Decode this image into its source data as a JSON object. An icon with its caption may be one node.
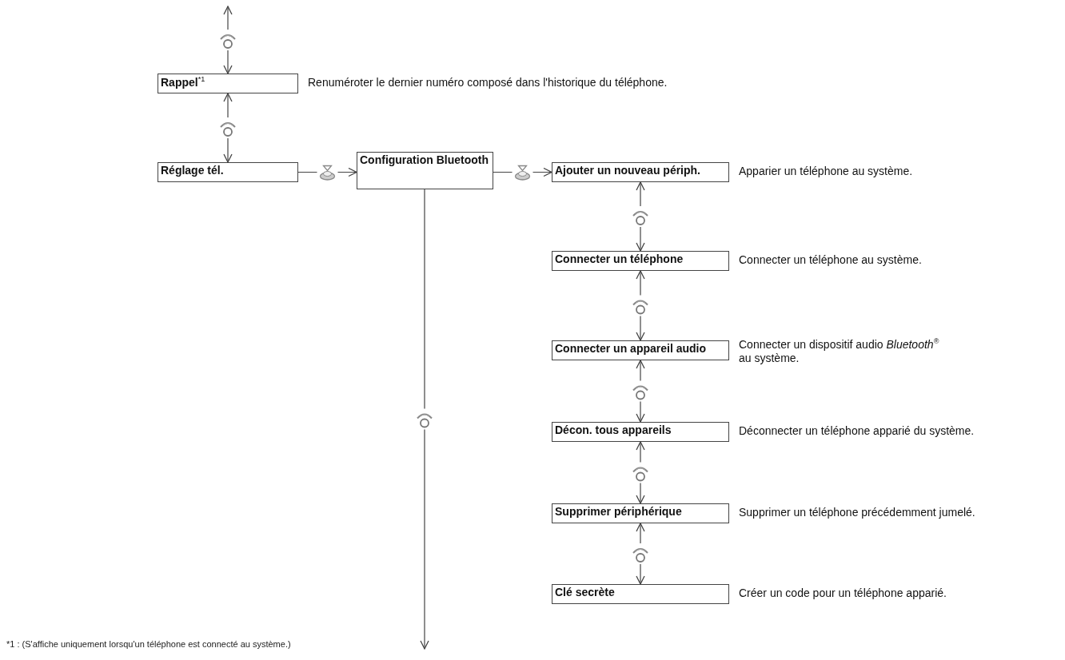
{
  "diagram": {
    "nodes": [
      {
        "text": [
          "Rappel$^{*1}$"
        ],
        "beside": [
          "Renuméroter le dernier numéro composé dans l'historique du téléphone."
        ]
      },
      {
        "text": [
          "Réglage tél."
        ]
      },
      {
        "text": [
          "Configuration Bluetooth"
        ]
      },
      {
        "text": [
          "Ajouter un nouveau périph."
        ],
        "beside": [
          "Apparier un téléphone au système."
        ]
      },
      {
        "text": [
          "Connecter un téléphone"
        ],
        "beside": [
          "Connecter un téléphone au système."
        ]
      },
      {
        "text": [
          "Connecter un appareil audio"
        ],
        "beside": [
          "Connecter un dispositif audio *Bluetooth*$^{®}$ au système."
        ]
      },
      {
        "text": [
          "Décon. tous appareils"
        ],
        "beside": [
          "Déconnecter un téléphone apparié du système."
        ]
      },
      {
        "text": [
          "Supprimer périphérique"
        ],
        "beside": [
          "Supprimer un téléphone précédemment jumelé."
        ]
      },
      {
        "text": [
          "Clé secrète"
        ],
        "beside": [
          "Créer un code pour un téléphone apparié."
        ]
      }
    ],
    "edges": [
      {
        "from": null,
        "to": 0,
        "arrow": "both"
      },
      {
        "from": 0,
        "to": 1,
        "arrow": "both"
      },
      {
        "from": 1,
        "to": 2,
        "arrow": "to"
      },
      {
        "from": 2,
        "to": 3,
        "arrow": "to"
      },
      {
        "from": 2,
        "to": null,
        "arrow": "to"
      },
      {
        "from": 3,
        "to": 4,
        "arrow": "both"
      },
      {
        "from": 4,
        "to": 5,
        "arrow": "both"
      },
      {
        "from": 5,
        "to": 6,
        "arrow": "both"
      },
      {
        "from": 6,
        "to": 7,
        "arrow": "both"
      },
      {
        "from": 7,
        "to": 8,
        "arrow": "both"
      }
    ],
    "labels": [
      "*1 : (S'affiche uniquement lorsqu'un téléphone est connecté au système.)"
    ]
  }
}
